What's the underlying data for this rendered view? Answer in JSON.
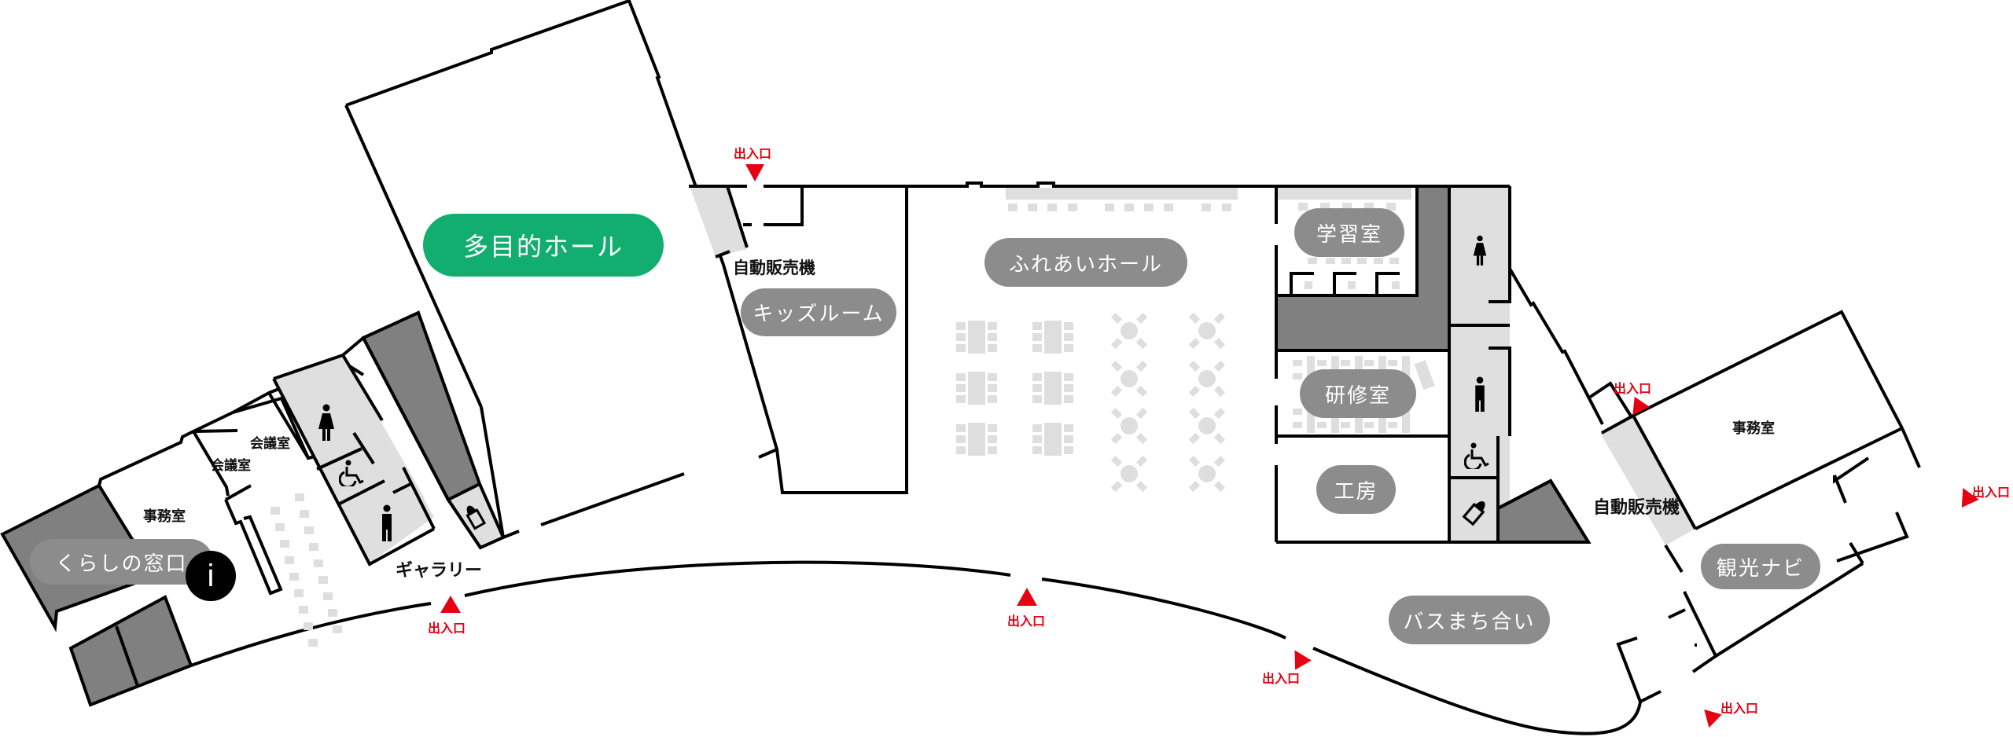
{
  "map": {
    "type": "floor-plan",
    "colors": {
      "wall": "#000000",
      "restricted_area": "#808080",
      "service_area": "#dfdfdf",
      "furniture": "#dedede",
      "label_pill": "#8c8c8c",
      "highlight_pill": "#12ae6f",
      "entrance": "#e60012"
    },
    "rooms": {
      "multipurpose_hall": "多目的ホール",
      "kurashi_window": "くらしの窓口",
      "kids_room": "キッズルーム",
      "fureai_hall": "ふれあいホール",
      "study_room": "学習室",
      "training_room": "研修室",
      "workshop": "工房",
      "bus_waiting": "バスまち合い",
      "tourism_navi": "観光ナビ"
    },
    "small_labels": {
      "office_left": "事務室",
      "meeting_room_1": "会議室",
      "meeting_room_2": "会議室",
      "gallery": "ギャラリー",
      "vending_left": "自動販売機",
      "vending_right": "自動販売機",
      "office_right": "事務室"
    },
    "entrance_label": "出入口",
    "entrances": [
      {
        "id": "top-center",
        "label": "出入口",
        "direction": "down"
      },
      {
        "id": "bottom-left",
        "label": "出入口",
        "direction": "up"
      },
      {
        "id": "bottom-center",
        "label": "出入口",
        "direction": "up"
      },
      {
        "id": "bottom-right-curve",
        "label": "出入口",
        "direction": "up-left"
      },
      {
        "id": "right-upper",
        "label": "出入口",
        "direction": "up"
      },
      {
        "id": "right-edge",
        "label": "出入口",
        "direction": "up-left"
      },
      {
        "id": "bottom-right",
        "label": "出入口",
        "direction": "right"
      }
    ],
    "icons": {
      "info": "i",
      "restroom_female": "female-restroom-icon",
      "restroom_male": "male-restroom-icon",
      "accessible": "wheelchair-icon",
      "nursing": "baby-bottle-icon"
    }
  }
}
